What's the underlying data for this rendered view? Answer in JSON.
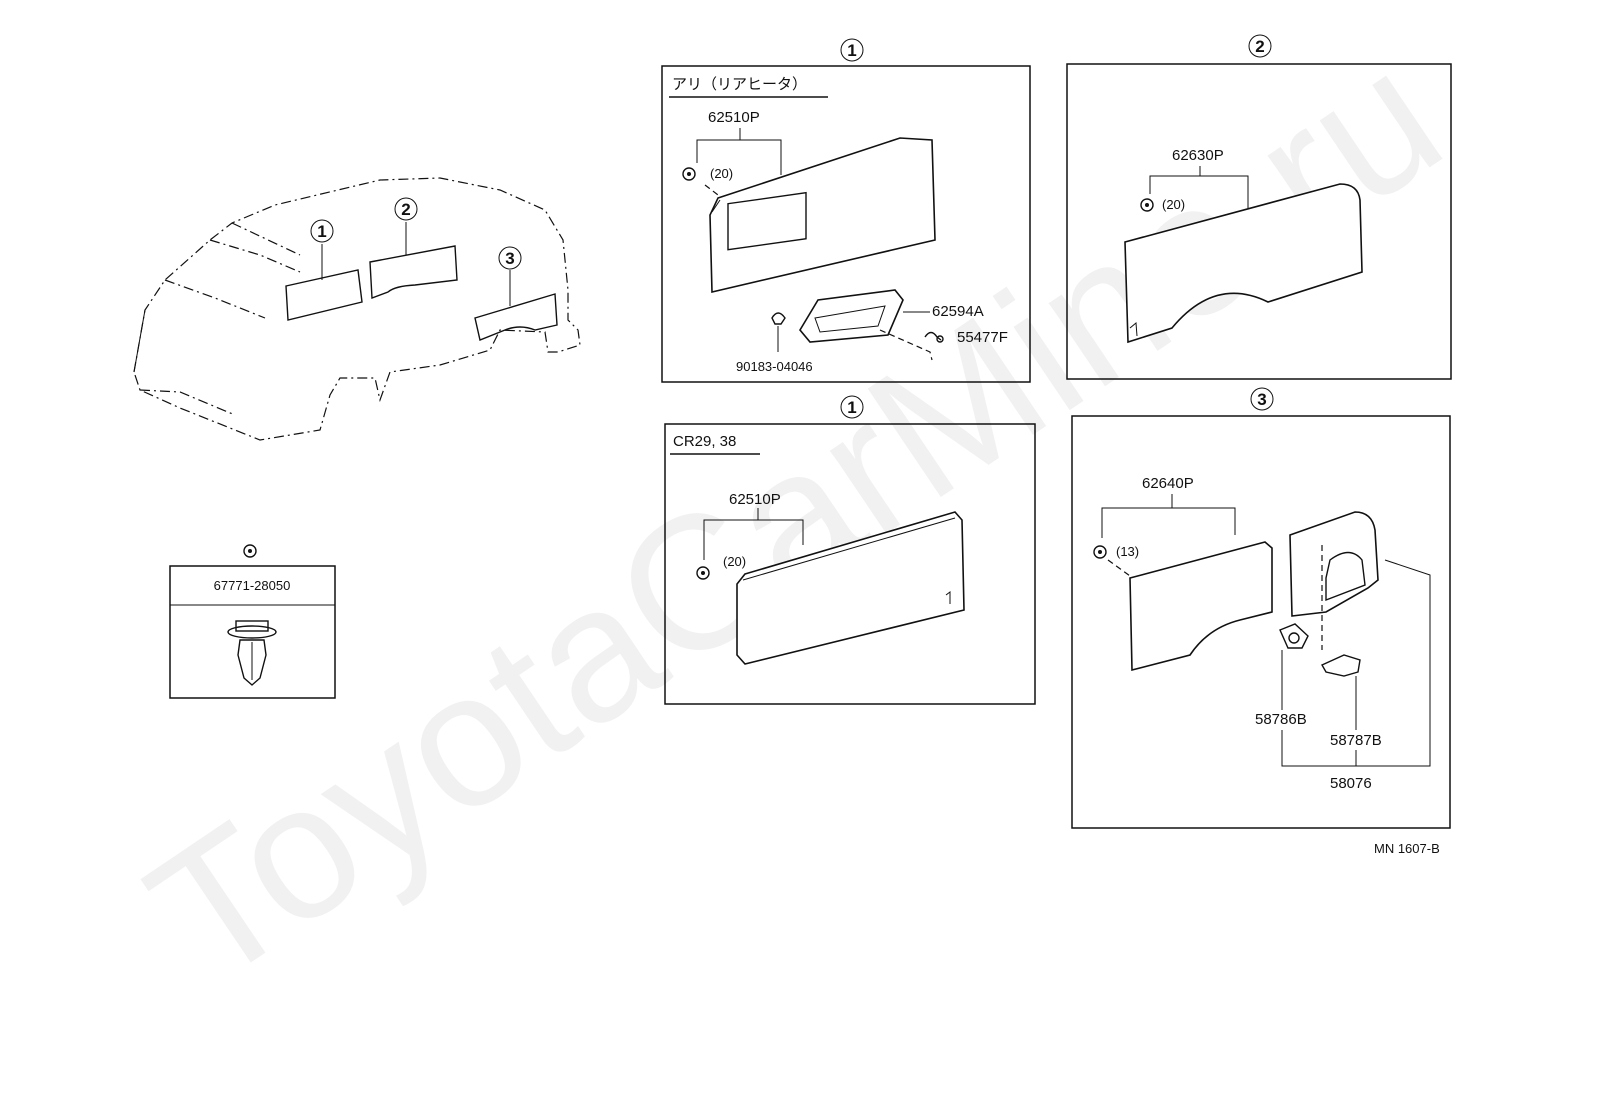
{
  "watermark": "ToyotaCarMine.ru",
  "diagram_code": "MN 1607-B",
  "callouts": {
    "one": "①",
    "two": "②",
    "three": "③"
  },
  "clip_box": {
    "part_no": "67771-28050"
  },
  "panel_1a": {
    "caption": "アリ（リアヒータ）",
    "trim_part": "62510P",
    "clip_qty": "(20)",
    "cover_part": "62594A",
    "clip_part": "55477F",
    "bolt_part": "90183-04046"
  },
  "panel_1b": {
    "caption": "CR29, 38",
    "trim_part": "62510P",
    "clip_qty": "(20)"
  },
  "panel_2": {
    "trim_part": "62630P",
    "clip_qty": "(20)"
  },
  "panel_3": {
    "trim_part": "62640P",
    "clip_qty": "(13)",
    "part_a": "58786B",
    "part_b": "58787B",
    "assembly": "58076"
  }
}
